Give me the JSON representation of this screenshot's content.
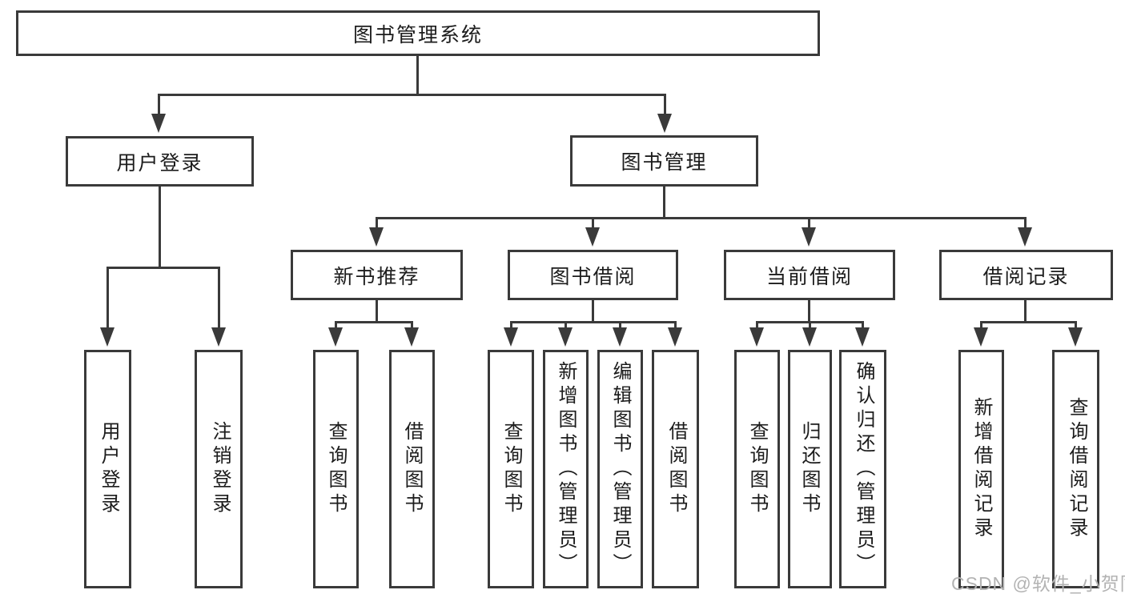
{
  "diagram": {
    "root": {
      "label": "图书管理系统"
    },
    "branches": [
      {
        "label": "用户登录",
        "children": [
          {
            "label": "用户登录"
          },
          {
            "label": "注销登录"
          }
        ]
      },
      {
        "label": "图书管理",
        "children": [
          {
            "label": "新书推荐",
            "children": [
              {
                "label": "查询图书"
              },
              {
                "label": "借阅图书"
              }
            ]
          },
          {
            "label": "图书借阅",
            "children": [
              {
                "label": "查询图书"
              },
              {
                "label": "新增图书（管理员）"
              },
              {
                "label": "编辑图书（管理员）"
              },
              {
                "label": "借阅图书"
              }
            ]
          },
          {
            "label": "当前借阅",
            "children": [
              {
                "label": "查询图书"
              },
              {
                "label": "归还图书"
              },
              {
                "label": "确认归还（管理员）"
              }
            ]
          },
          {
            "label": "借阅记录",
            "children": [
              {
                "label": "新增借阅记录"
              },
              {
                "label": "查询借阅记录"
              }
            ]
          }
        ]
      }
    ]
  },
  "watermark": {
    "text": "CSDN @软件_小贺同学"
  },
  "colors": {
    "line": "#3a3a3a",
    "text": "#1c1c1c",
    "background": "#ffffff",
    "watermark": "#b3b3b3"
  }
}
